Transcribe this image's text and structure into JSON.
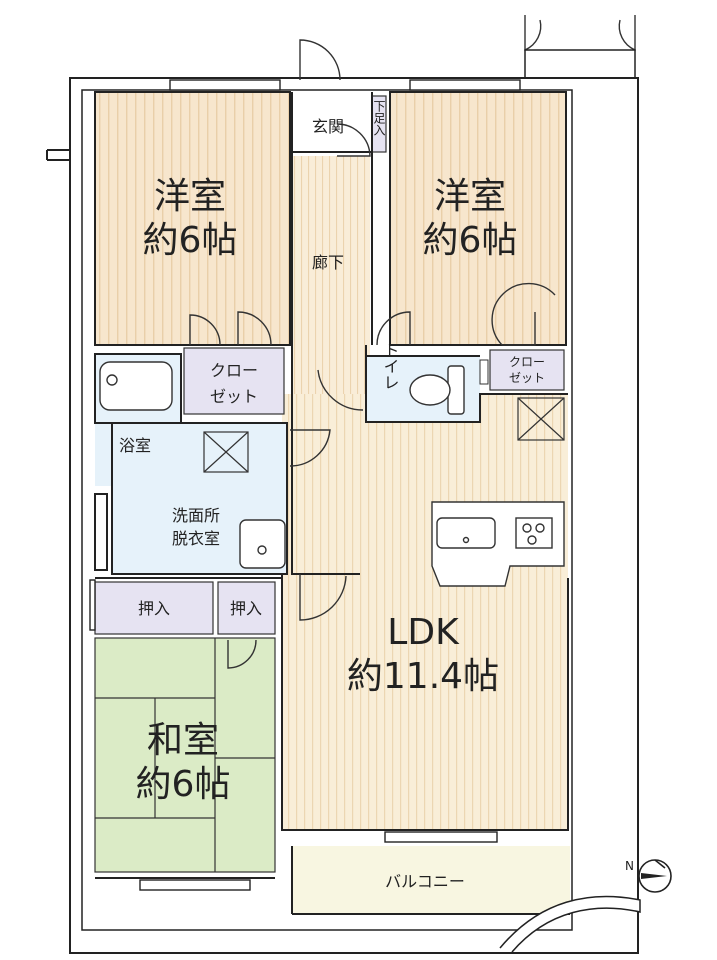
{
  "colors": {
    "western_room": "#f7e7cf",
    "ldk": "#f8edd6",
    "corridor": "#f8ecd6",
    "wet_area": "#e7f3fb",
    "storage": "#e7e4f3",
    "tatami": "#dcecc8",
    "balcony": "#f8f6e2",
    "wall": "#222222"
  },
  "rooms": {
    "western_1": {
      "name": "洋室",
      "size": "約6帖"
    },
    "western_2": {
      "name": "洋室",
      "size": "約6帖"
    },
    "ldk": {
      "name": "LDK",
      "size": "約11.4帖"
    },
    "japanese": {
      "name": "和室",
      "size": "約6帖"
    },
    "entrance": {
      "name": "玄関"
    },
    "shoe_box": {
      "name": "下足入"
    },
    "corridor": {
      "name": "廊下"
    },
    "closet_1": {
      "line1": "クロー",
      "line2": "ゼット"
    },
    "closet_2": {
      "line1": "クロー",
      "line2": "ゼット"
    },
    "toilet": {
      "name": "トイレ"
    },
    "bath": {
      "name": "浴室"
    },
    "washroom": {
      "line1": "洗面所",
      "line2": "脱衣室"
    },
    "oshiire_1": {
      "name": "押入"
    },
    "oshiire_2": {
      "name": "押入"
    },
    "balcony": {
      "name": "バルコニー"
    }
  },
  "compass": {
    "icon": "north-arrow-icon",
    "label": "N"
  }
}
